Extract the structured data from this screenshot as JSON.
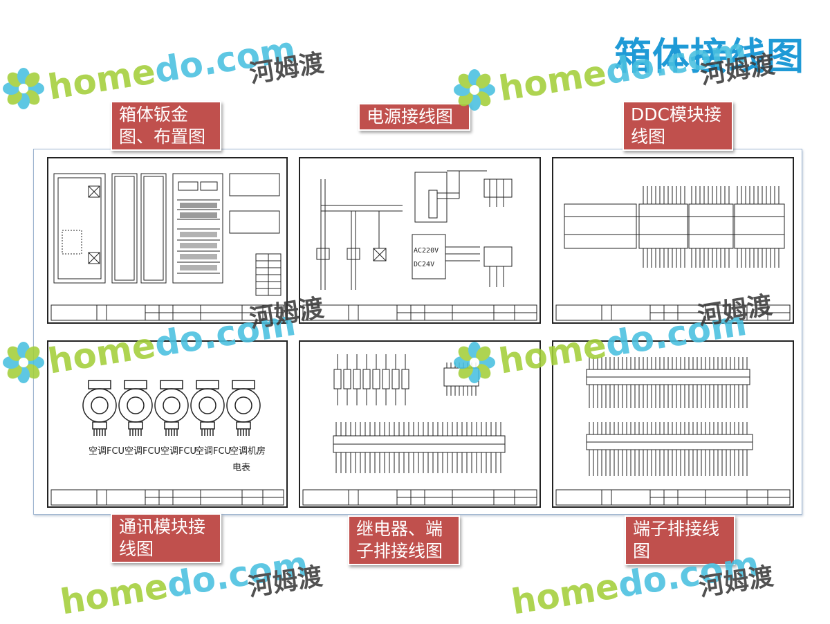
{
  "title": "箱体接线图",
  "labels": {
    "sheet_metal": "箱体钣金图、布置图",
    "power": "电源接线图",
    "ddc": "DDC模块接线图",
    "comm": "通讯模块接线图",
    "relay": "继电器、端子排接线图",
    "terminal": "端子排接线图"
  },
  "watermark": {
    "latin_a": "home",
    "latin_b": "do.com",
    "chinese": "河姆渡"
  },
  "drawing_text": {
    "voltage_ac220": "AC220V",
    "voltage_dc24": "DC24V",
    "aircon_1": "空调FCU",
    "aircon_2": "空调FCU",
    "aircon_3": "空调FCU",
    "aircon_4": "空调FCU",
    "aircon_5": "空调机房",
    "meter": "电表"
  },
  "colors": {
    "title": "#1f9ad6",
    "label_bg": "#c0504d",
    "frame_border": "#9db4cf",
    "watermark_green": "#a3cf3a",
    "watermark_blue": "#48c0e0"
  }
}
